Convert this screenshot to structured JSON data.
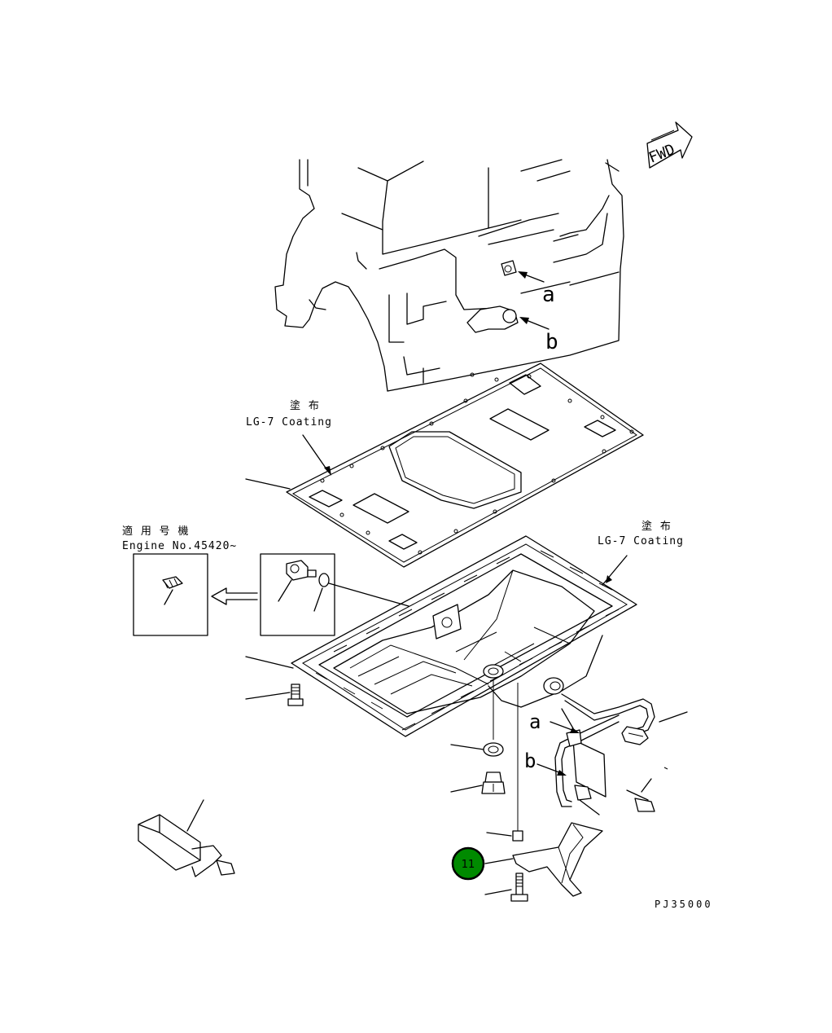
{
  "labels": {
    "fwd": "FWD",
    "arrow_a_top": "a",
    "arrow_b_top": "b",
    "arrow_a_bottom": "a",
    "arrow_b_bottom": "b",
    "gasket_coating_jp": "塗 布",
    "gasket_coating_en": "LG-7 Coating",
    "pan_coating_jp": "塗 布",
    "pan_coating_en": "LG-7 Coating",
    "applicable_jp": "適 用 号 機",
    "applicable_en": "Engine No.45420~",
    "drawing_code": "PJ35000"
  },
  "callouts": [
    {
      "number": "11",
      "color": "#008a00"
    }
  ],
  "colors": {
    "callout_fill": "#008a00",
    "callout_border": "#000000",
    "line": "#000000",
    "background": "#ffffff"
  }
}
